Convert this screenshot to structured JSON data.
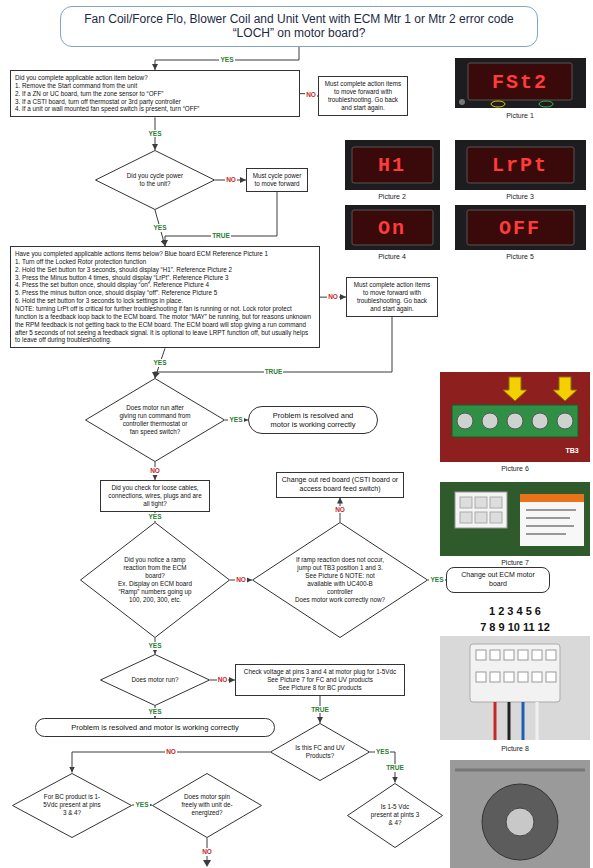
{
  "diagram": {
    "nodes": [
      {
        "text": [
          "Fan Coil/Force Flo, Blower Coil and Unit Vent with ECM Mtr 1 or Mtr 2 error code “LOCH” on motor board?"
        ]
      },
      {
        "text": [
          "Did you complete applicable action item below?",
          "1. Remove the Start command from the unit",
          "2. If a ZN or UC board, turn the zone sensor to “OFF”",
          "3. If a CSTI board, turn off thermostat or 3rd party controller",
          "4. If a unit or wall mounted fan speed switch is present, turn “OFF”"
        ]
      },
      {
        "text": [
          "Must complete action items to move forward with troubleshooting. Go back and start again."
        ]
      },
      {
        "text": [
          "Did you cycle power to the unit?"
        ]
      },
      {
        "text": [
          "Must cycle power to move forward"
        ]
      },
      {
        "text": [
          "Have you completed applicable actions items below? Blue board ECM Reference Picture 1",
          "1. Turn off the Locked Rotor protection function",
          "2. Hold the Set button for 3 seconds, should display “H1”. Reference Picture 2",
          "3. Press the Minus button 4 times, should display “LrPt”. Reference Picture 3",
          "4. Press the set button once, should display “on”. Reference Picture 4",
          "5. Press the minus button once, should display “off”. Reference Picture 5",
          "6. Hold the set button for 3 seconds to lock settings in place.",
          "NOTE: turning LrPt off is critical for further troubleshooting if fan is running or not. Lock rotor protect function is a feedback loop back to the ECM board. The motor “MAY” be running, but for reasons unknown the RPM feedback is not getting back to the ECM board. The ECM board will stop giving a run command after 5 seconds of not seeing a feedback signal. It is optional to leave LRPT function off, but usually helps to leave off during troubleshooting."
        ]
      },
      {
        "text": [
          "Must complete action items to move forward with troubleshooting. Go back and start again."
        ]
      },
      {
        "text": [
          "Does motor run after giving run command from controller thermostat or fan speed switch?"
        ]
      },
      {
        "text": [
          "Problem is resolved and motor is working correctly"
        ]
      },
      {
        "text": [
          "Did you check for loose cables, connections, wires, plugs and are all tight?"
        ]
      },
      {
        "text": [
          "Change out red board (CSTI board or access board feed switch)"
        ]
      },
      {
        "text": [
          "Did you notice a ramp reaction from the ECM board?",
          "Ex. Display on ECM board “Ramp” numbers going up 100, 200, 300, etc."
        ]
      },
      {
        "text": [
          "If ramp reaction does not occur, jump out TB3 position 1 and 3. See Picture 6 NOTE: not available with UC400-B controller",
          "Does motor work correctly now?"
        ]
      },
      {
        "text": [
          "Change out ECM motor board"
        ]
      },
      {
        "text": [
          "Does motor run?"
        ]
      },
      {
        "text": [
          "Check voltage at pins 3 and 4 at motor plug for 1-5Vdc",
          "See Picture 7 for FC and UV products",
          "See Picture 8 for BC products"
        ]
      },
      {
        "text": [
          "Is this FC and UV Products?"
        ]
      },
      {
        "text": [
          "Problem is resolved and motor is working correctly"
        ]
      },
      {
        "text": [
          "For BC product is 1-5Vdc present at pins 3 & 4?"
        ]
      },
      {
        "text": [
          "Does motor spin freely with unit de-energized?"
        ]
      },
      {
        "text": [
          "Is 1-5 Vdc present at pints 3 & 4?"
        ]
      }
    ],
    "edges": [
      {
        "from": 0,
        "to": 1,
        "label": "YES",
        "arrow": "to"
      },
      {
        "from": 1,
        "to": 2,
        "label": "NO",
        "arrow": "to"
      },
      {
        "from": 1,
        "to": 3,
        "label": "YES",
        "arrow": "to"
      },
      {
        "from": 3,
        "to": 4,
        "label": "NO",
        "arrow": "to"
      },
      {
        "from": 3,
        "to": 5,
        "label": "YES",
        "arrow": "to"
      },
      {
        "from": 4,
        "to": 5,
        "label": "TRUE",
        "arrow": "to"
      },
      {
        "from": 5,
        "to": 6,
        "label": "NO",
        "arrow": "to"
      },
      {
        "from": 5,
        "to": 7,
        "label": "YES",
        "arrow": "to"
      },
      {
        "from": 6,
        "to": 7,
        "label": "TRUE",
        "arrow": "to"
      },
      {
        "from": 7,
        "to": 8,
        "label": "YES",
        "arrow": "to"
      },
      {
        "from": 7,
        "to": 9,
        "label": "NO",
        "arrow": "to"
      },
      {
        "from": 9,
        "to": 11,
        "label": "YES",
        "arrow": "to"
      },
      {
        "from": 11,
        "to": 12,
        "label": "NO",
        "arrow": "to"
      },
      {
        "from": 12,
        "to": 10,
        "label": "NO",
        "arrow": "to"
      },
      {
        "from": 12,
        "to": 13,
        "label": "YES",
        "arrow": "to"
      },
      {
        "from": 11,
        "to": 14,
        "label": "YES",
        "arrow": "to"
      },
      {
        "from": 14,
        "to": 15,
        "label": "NO",
        "arrow": "to"
      },
      {
        "from": 14,
        "to": 17,
        "label": "YES",
        "arrow": "to"
      },
      {
        "from": 15,
        "to": 16,
        "label": "TRUE",
        "arrow": "to"
      },
      {
        "from": 16,
        "to": 18,
        "label": "NO",
        "arrow": "to"
      },
      {
        "from": 16,
        "to": 20,
        "label": "YES",
        "arrow": "to"
      },
      {
        "from": 18,
        "to": 19,
        "label": "YES",
        "arrow": "to"
      }
    ],
    "labels": [
      "Picture 1",
      "FSt2",
      "H1",
      "Picture 2",
      "LrPt",
      "Picture 3",
      "On",
      "Picture 4",
      "OFF",
      "Picture 5",
      "TB3",
      "Picture 6",
      "Picture 7",
      "1 2 3 4 5 6",
      "7 8 9 10 11 12",
      "Picture 8",
      "TRUE",
      "NO"
    ]
  }
}
